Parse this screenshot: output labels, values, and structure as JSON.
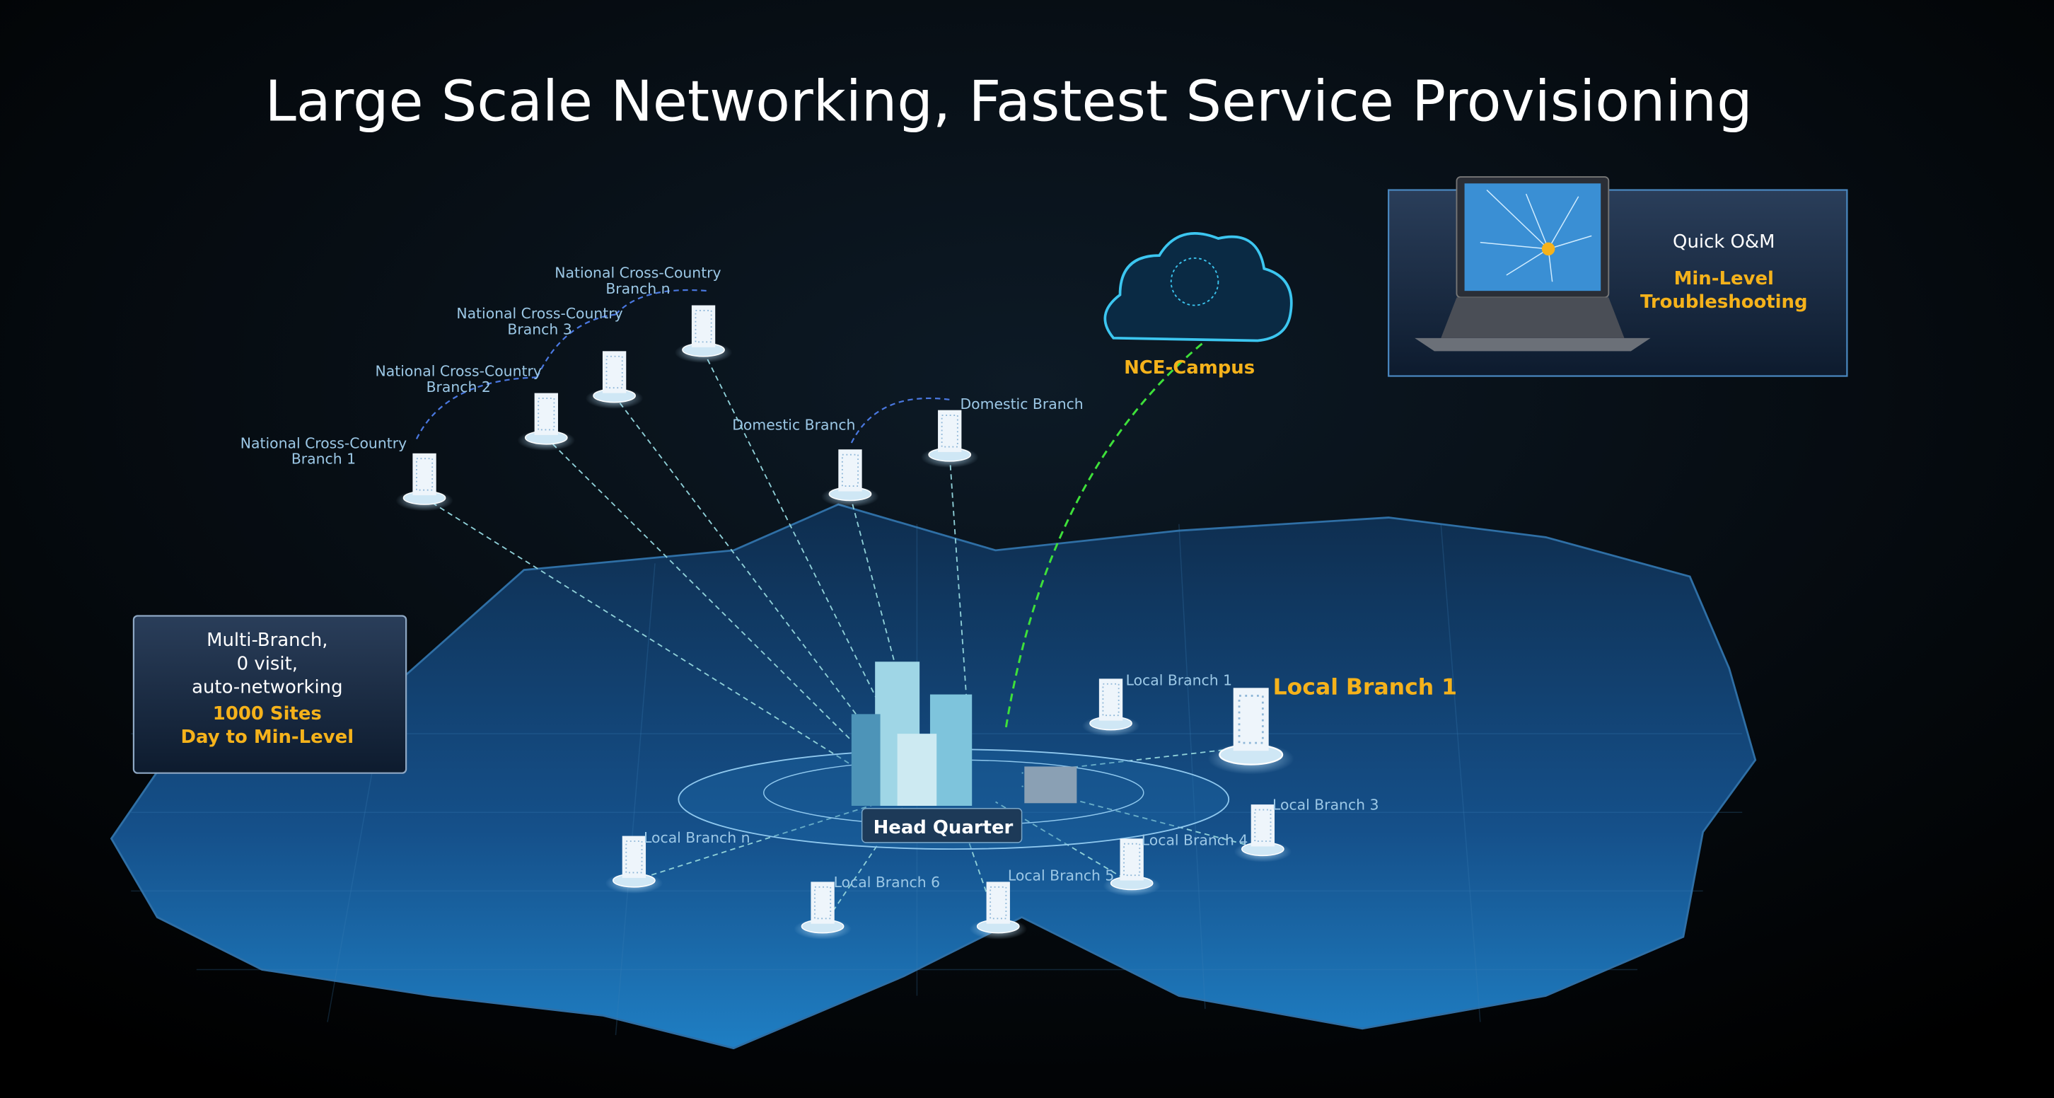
{
  "title": "Large Scale Networking, Fastest Service Provisioning",
  "national_branches": [
    {
      "line1": "National Cross-Country",
      "line2": "Branch 1"
    },
    {
      "line1": "National Cross-Country",
      "line2": "Branch 2"
    },
    {
      "line1": "National Cross-Country",
      "line2": "Branch 3"
    },
    {
      "line1": "National Cross-Country",
      "line2": "Branch n"
    }
  ],
  "domestic_branches": [
    "Domestic Branch",
    "Domestic Branch"
  ],
  "cloud": {
    "label": "NCE-Campus"
  },
  "om_panel": {
    "title": "Quick O&M",
    "line1": "Min-Level",
    "line2": "Troubleshooting"
  },
  "info_box": {
    "line1": "Multi-Branch,",
    "line2": "0 visit,",
    "line3": "auto-networking",
    "highlight1": "1000 Sites",
    "highlight2": "Day to Min-Level"
  },
  "hq": {
    "label": "Head Quarter"
  },
  "local_branches": {
    "b1_small": "Local Branch 1",
    "b1_highlight": "Local Branch 1",
    "b3": "Local Branch 3",
    "b4": "Local Branch 4",
    "b5": "Local Branch 5",
    "b6": "Local Branch 6",
    "bn": "Local Branch n"
  },
  "colors": {
    "accent": "#f5b21b",
    "label": "#9cc8e6",
    "link_green": "#3ee03a",
    "map_blue": "#1a5f9e"
  }
}
